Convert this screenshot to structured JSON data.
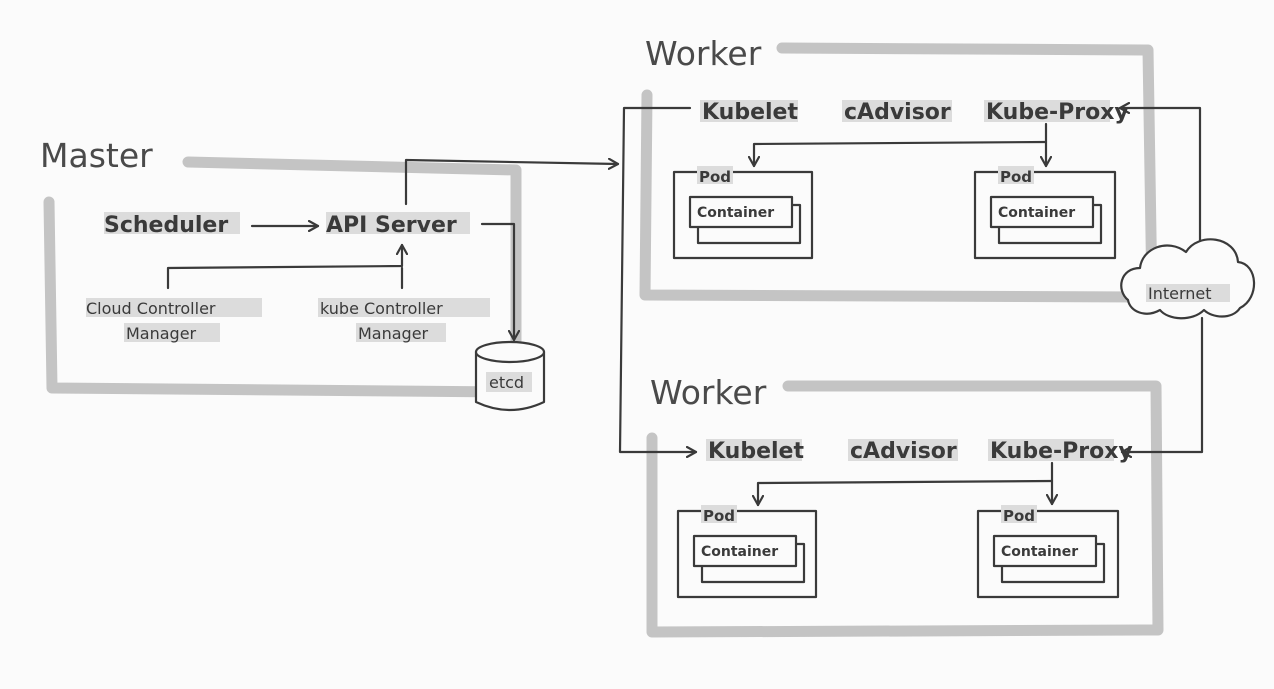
{
  "master": {
    "title": "Master",
    "scheduler": "Scheduler",
    "api_server": "API Server",
    "cloud_controller": [
      "Cloud Controller",
      "Manager"
    ],
    "kube_controller": [
      "kube Controller",
      "Manager"
    ],
    "etcd": "etcd"
  },
  "workers": [
    {
      "title": "Worker",
      "kubelet": "Kubelet",
      "cadvisor": "cAdvisor",
      "kube_proxy": "Kube-Proxy",
      "pods": [
        {
          "label": "Pod",
          "container": "Container"
        },
        {
          "label": "Pod",
          "container": "Container"
        }
      ]
    },
    {
      "title": "Worker",
      "kubelet": "Kubelet",
      "cadvisor": "cAdvisor",
      "kube_proxy": "Kube-Proxy",
      "pods": [
        {
          "label": "Pod",
          "container": "Container"
        },
        {
          "label": "Pod",
          "container": "Container"
        }
      ]
    }
  ],
  "internet": "Internet"
}
